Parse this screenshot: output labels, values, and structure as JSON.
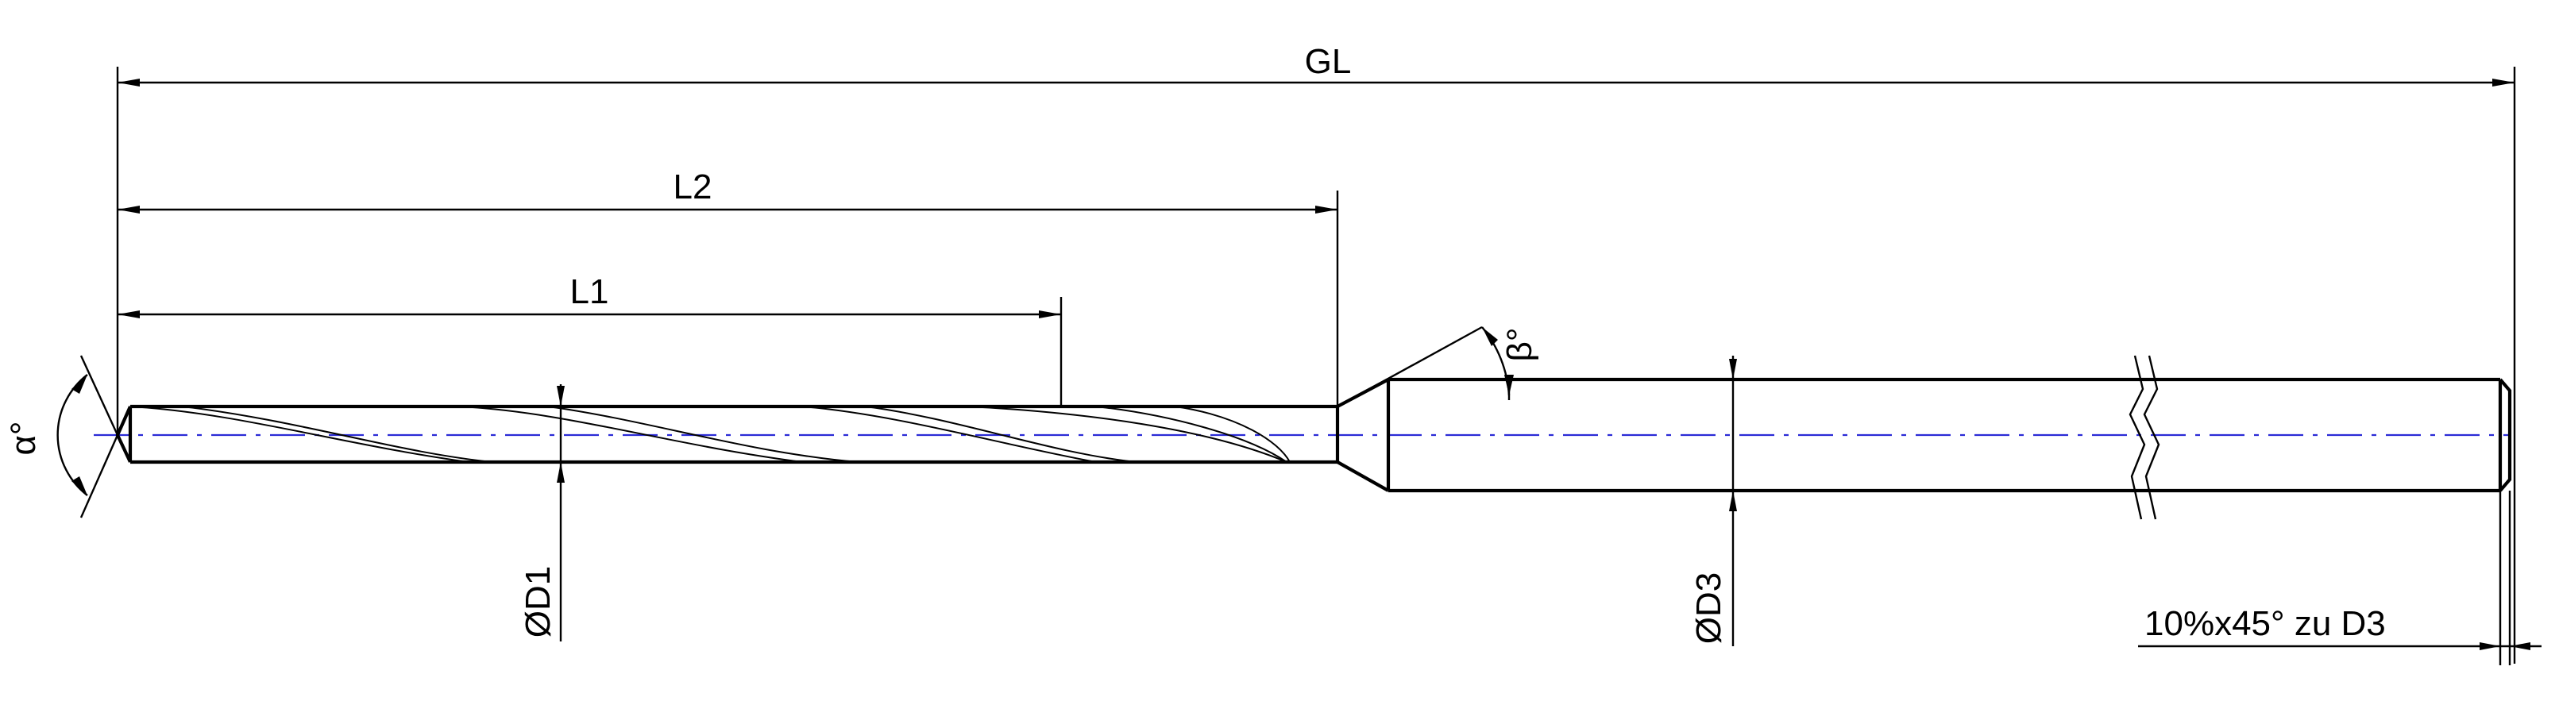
{
  "drawing": {
    "labels": {
      "gl": "GL",
      "l2": "L2",
      "l1": "L1",
      "alpha": "α°",
      "beta": "β°",
      "d1": "ØD1",
      "d3": "ØD3",
      "chamfer": "10%x45° zu D3"
    },
    "colors": {
      "outline": "#000000",
      "center_axis": "#2b2bd6",
      "background": "#ffffff"
    }
  }
}
